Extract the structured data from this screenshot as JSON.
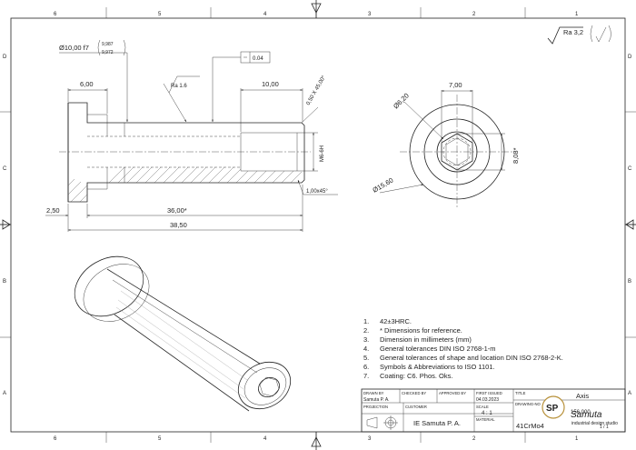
{
  "grid": {
    "top_numbers": [
      "6",
      "5",
      "4",
      "3",
      "2",
      "1"
    ],
    "bottom_numbers": [
      "6",
      "5",
      "4",
      "3",
      "2",
      "1"
    ],
    "left_letters": [
      "D",
      "C",
      "B",
      "A"
    ],
    "right_letters": [
      "D",
      "C",
      "B",
      "A"
    ]
  },
  "roughness": {
    "general": "Ra 3,2",
    "local": "Ra 1.6"
  },
  "dimensions": {
    "shaft_dia": "Ø10,00 f7",
    "shaft_tol_upper": "9,987",
    "shaft_tol_lower": "9,972",
    "flatness": "0.04",
    "head_len": "6,00",
    "bore_depth": "10,00",
    "chamfer": "0,50 X 45,00°",
    "thread": "M6-6H",
    "chamfer2": "1,00x45°",
    "flange": "2,50",
    "len_ref": "36,00*",
    "len_total": "38,50",
    "end_width": "7,00",
    "end_dia_small": "Ø6,20",
    "end_height": "8,08*",
    "end_dia_large": "Ø15,60"
  },
  "notes": [
    "42±3HRC.",
    "* Dimensions for reference.",
    "Dimension in millimeters (mm)",
    "General tolerances DIN ISO 2768-1-m",
    "General tolerances of shape and location DIN ISO 2768-2-K.",
    "Symbols & Abbreviations to ISO 1101.",
    "Coating: C6. Phos. Oks."
  ],
  "title_block": {
    "drawn_by_label": "DRAWN BY",
    "drawn_by": "Samuta P. A.",
    "checked_by_label": "CHECKED BY",
    "approved_by_label": "APPROVED BY",
    "first_issued_label": "FIRST ISSUED",
    "first_issued": "04.03.2023",
    "title_label": "TITLE",
    "title": "Axis",
    "projection_label": "PROJECTION",
    "customer_label": "CUSTOMER",
    "customer": "IE Samuta P. A.",
    "scale_label": "SCALE",
    "scale": "4 : 1",
    "drawing_no_label": "DRAWING-NO",
    "drawing_no": "156.000",
    "material_label": "MATERIAL",
    "material": "41CrMo4",
    "sheet": "1 / 1"
  },
  "logo": {
    "monogram": "SP",
    "script": "Samuta",
    "subtitle": "industrial design studio"
  }
}
